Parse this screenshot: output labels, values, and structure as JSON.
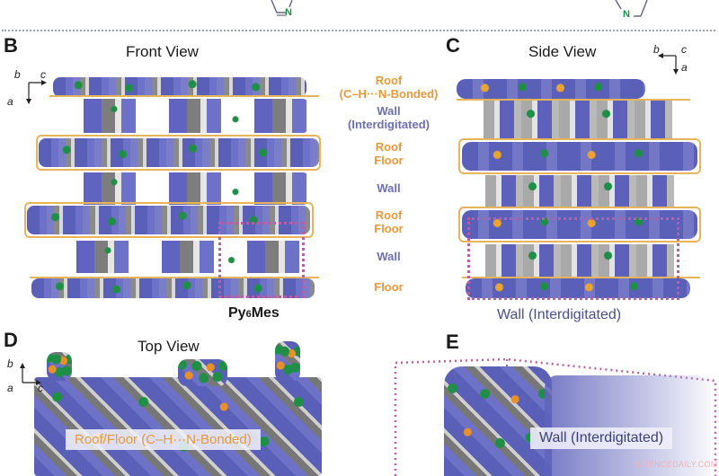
{
  "top_fragment": {
    "pyridine_left_n": "N",
    "pyridine_right_n": "N"
  },
  "panel_b": {
    "letter": "B",
    "title": "Front View",
    "axes": {
      "b": "b",
      "c": "c",
      "a": "a"
    },
    "compound": "Py6Mes",
    "compound_main": "Py",
    "compound_sub": "6",
    "compound_tail": "Mes"
  },
  "center_labels": {
    "roof1": "Roof",
    "roof1_sub": "(C–H···N-Bonded)",
    "wall1": "Wall",
    "wall1_sub": "(Interdigitated)",
    "roof2": "Roof",
    "floor2": "Floor",
    "wall2": "Wall",
    "roof3": "Roof",
    "floor3": "Floor",
    "wall3": "Wall",
    "floor4": "Floor"
  },
  "panel_c": {
    "letter": "C",
    "title": "Side View",
    "axes": {
      "b": "b",
      "c": "c",
      "a": "a"
    },
    "caption": "Wall (Interdigitated)"
  },
  "panel_d": {
    "letter": "D",
    "title": "Top View",
    "axes": {
      "b": "b",
      "a": "a",
      "c": "c"
    },
    "label": "Roof/Floor (C–H···N-Bonded)"
  },
  "panel_e": {
    "letter": "E",
    "label": "Wall (Interdigitated)"
  },
  "watermark": "SCIENCEDAILY.COM",
  "colors": {
    "orange": "#e69a3a",
    "purple": "#6c6fb3",
    "band": "#e8b45a",
    "pink_dotted": "#b65fa6",
    "nitrogen_green": "#1f8f48",
    "pyridyl_blue": "#5a5fb8"
  }
}
